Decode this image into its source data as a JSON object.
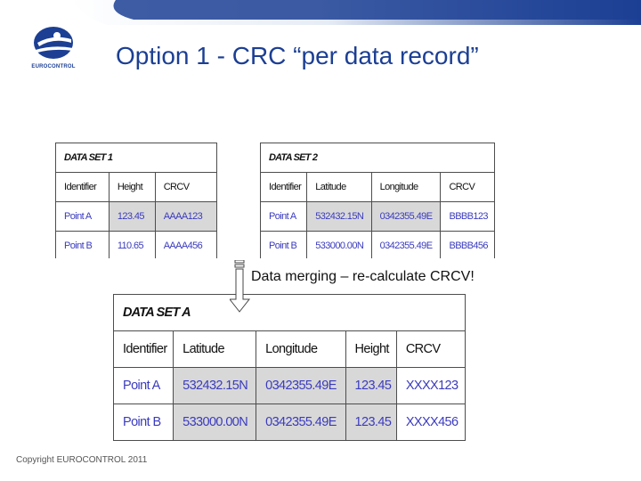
{
  "header": {
    "title": "Option 1 - CRC “per data record”",
    "logo_text": "EUROCONTROL"
  },
  "data_set_1": {
    "caption": "DATA SET 1",
    "columns": [
      "Identifier",
      "Height",
      "CRCV"
    ],
    "rows": [
      [
        "Point A",
        "123.45",
        "AAAA123"
      ],
      [
        "Point B",
        "110.65",
        "AAAA456"
      ]
    ]
  },
  "data_set_2": {
    "caption": "DATA SET 2",
    "columns": [
      "Identifier",
      "Latitude",
      "Longitude",
      "CRCV"
    ],
    "rows": [
      [
        "Point A",
        "532432.15N",
        "0342355.49E",
        "BBBB123"
      ],
      [
        "Point B",
        "533000.00N",
        "0342355.49E",
        "BBBB456"
      ]
    ]
  },
  "merge_label": "Data merging – re-calculate CRCV!",
  "data_set_a": {
    "caption": "DATA SET A",
    "columns": [
      "Identifier",
      "Latitude",
      "Longitude",
      "Height",
      "CRCV"
    ],
    "rows": [
      [
        "Point A",
        "532432.15N",
        "0342355.49E",
        "123.45",
        "XXXX123"
      ],
      [
        "Point B",
        "533000.00N",
        "0342355.49E",
        "123.45",
        "XXXX456"
      ]
    ]
  },
  "footer": {
    "copyright": "Copyright EUROCONTROL 2011"
  },
  "colors": {
    "brand_blue": "#1c3f94",
    "link_blue": "#3b3bbf",
    "cell_shade": "#d8d8d8"
  }
}
